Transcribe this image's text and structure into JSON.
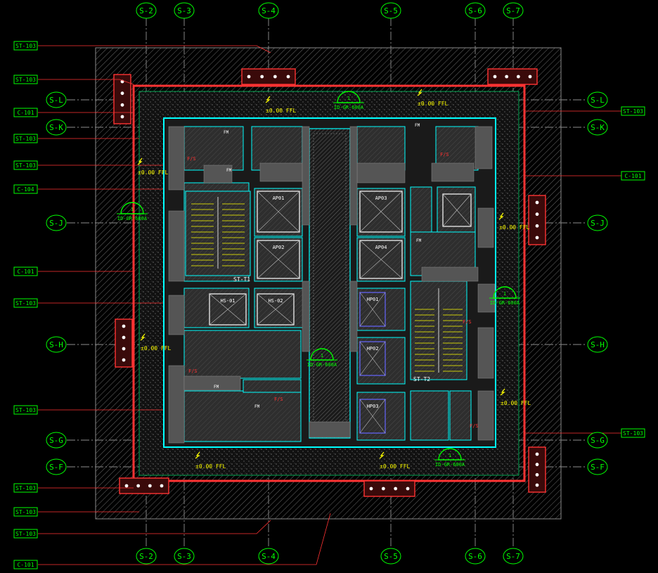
{
  "colors": {
    "background": "#000000",
    "grid_line": "#cccccc",
    "grid_bubble": "#00ff00",
    "leader": "#ff3333",
    "wall": "#ff3333",
    "core": "#00ffff",
    "room_fill": "#3a3a3a",
    "column": "#5a5a5a",
    "text_white": "#ffffff",
    "text_yellow": "#ffff00",
    "text_green": "#00ff00",
    "dimension": "#ffff66"
  },
  "grid": {
    "columns_top": [
      "S-2",
      "S-3",
      "S-4",
      "S-5",
      "S-6",
      "S-7"
    ],
    "columns_bottom": [
      "S-2",
      "S-3",
      "S-4",
      "S-5",
      "S-6",
      "S-7"
    ],
    "rows_left": [
      "S-L",
      "S-K",
      "S-J",
      "S-H",
      "S-G",
      "S-F"
    ],
    "rows_right": [
      "S-L",
      "S-K",
      "S-J",
      "S-H",
      "S-G",
      "S-F"
    ]
  },
  "tags_left": [
    "ST-103",
    "ST-103",
    "C-101",
    "ST-103",
    "ST-103",
    "C-104",
    "C-101",
    "ST-103",
    "ST-103",
    "ST-103",
    "ST-103",
    "ST-103",
    "C-101"
  ],
  "tags_right": [
    "ST-103",
    "C-101",
    "ST-103"
  ],
  "rooms": {
    "stair_1": "ST-T1",
    "stair_2": "ST-T2",
    "ap01": "AP01",
    "ap02": "AP02",
    "ap03": "AP03",
    "ap04": "AP04",
    "hs01": "HS-01",
    "hs02": "HS-02",
    "hp01": "HP01",
    "hp02": "HP02",
    "hp03": "HP03"
  },
  "levels": {
    "ffl": "±0.00 FFL"
  },
  "section_markers": {
    "s1_num": "1",
    "s1_ref": "ID-GR-600A",
    "s2_num": "1",
    "s2_ref": "ID-GR-600A",
    "s3_num": "1",
    "s3_ref": "ID-GR-600A",
    "s4_num": "1",
    "s4_ref": "ID-GR-600A",
    "s5_num": "1",
    "s5_ref": "ID-GR-600A"
  },
  "door_codes": {
    "fm": "FM",
    "fs": "F/S"
  }
}
